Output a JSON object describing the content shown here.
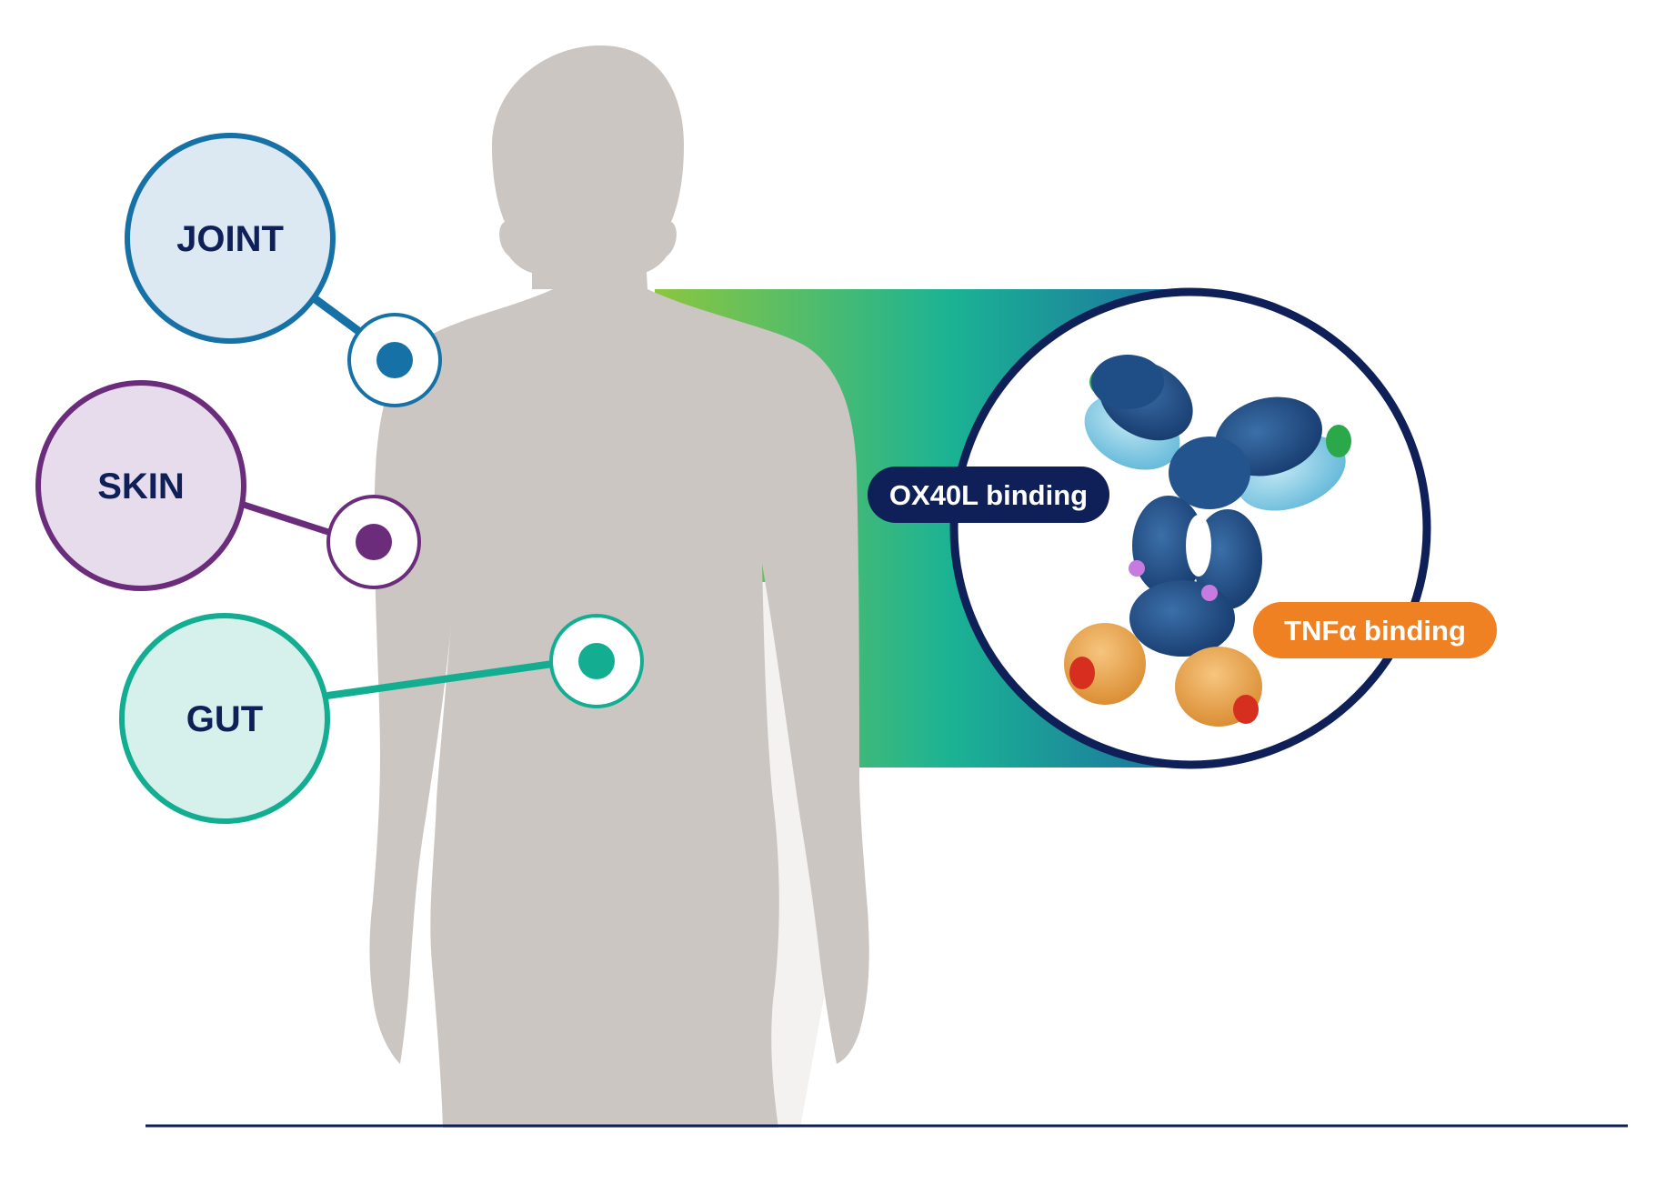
{
  "sites": [
    {
      "key": "joint",
      "label": "JOINT",
      "color": "#1672a6",
      "fill": "#dce8f2"
    },
    {
      "key": "skin",
      "label": "SKIN",
      "color": "#6b2c7c",
      "fill": "#e7dcec"
    },
    {
      "key": "gut",
      "label": "GUT",
      "color": "#13ad92",
      "fill": "#d6f1ec"
    }
  ],
  "binding_labels": {
    "ox40l": {
      "text": "OX40L binding",
      "color": "#0e2057"
    },
    "tnfa": {
      "text": "TNFα binding",
      "color": "#f08122"
    }
  },
  "colors": {
    "body": "#cbc6c2",
    "gradient_start": "#8cc63f",
    "gradient_mid": "#1bb394",
    "gradient_end": "#1c6fa0",
    "ring": "#0e2057",
    "baseline": "#0e2057"
  },
  "molecule": {
    "name": "antibody-structure"
  }
}
